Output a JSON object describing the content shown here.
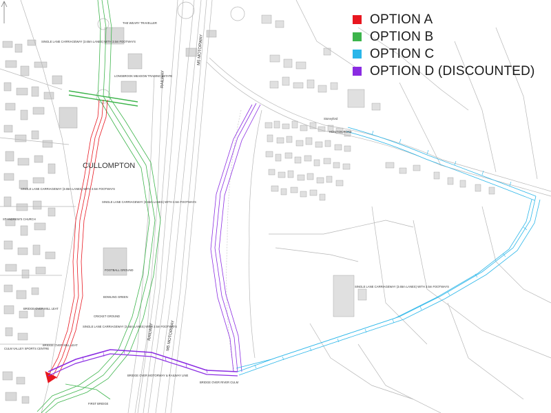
{
  "legend": {
    "items": [
      {
        "label": "OPTION A",
        "color": "#e8161f"
      },
      {
        "label": "OPTION B",
        "color": "#3cb44b"
      },
      {
        "label": "OPTION C",
        "color": "#2ab6e9"
      },
      {
        "label": "OPTION D (DISCOUNTED)",
        "color": "#8a2be2"
      }
    ]
  },
  "colors": {
    "option_a": "#e8161f",
    "option_b": "#3cb44b",
    "option_c": "#2ab6e9",
    "option_d": "#8a2be2",
    "base_lines": "#b8b8b8",
    "buildings": "#d8d8d8"
  },
  "map": {
    "town_label": "CULLOMPTON",
    "labels": {
      "motorway_north": "M5 MOTORWAY",
      "motorway_south": "M5 MOTORWAY",
      "railway_north": "RAILWAY",
      "railway_south": "RAILWAY",
      "carriageway_b1": "SINGLE LANE CARRIAGEWAY (3.65m LANES) WITH 3.5m FOOTWAYS",
      "carriageway_b2": "SINGLE LANE CARRIAGEWAY (3.65m LANES) WITH 3.5m FOOTWAYS",
      "carriageway_a": "SINGLE LANE CARRIAGEWAY (3.65m LANES) WITH 3.5m FOOTWAYS",
      "carriageway_c": "SINGLE LANE CARRIAGEWAY (3.65m LANES) WITH 3.5m FOOTWAYS",
      "carriageway_south": "SINGLE LANE CARRIAGEWAY (3.65m LANES) WITH 3.5m FOOTWAYS",
      "football": "FOOTBALL GROUND",
      "bowling": "BOWLING GREEN",
      "cricket": "CRICKET GROUND",
      "church": "ST ANDREW'S CHURCH",
      "sports": "CULM VALLEY SPORTS CENTRE",
      "millleat": "BRIDGE OVER MILL LEAT",
      "millleat2": "BRIDGE OVER MILL LEAT",
      "culm": "BRIDGE OVER RIVER CULM",
      "m5bridge": "BRIDGE OVER MOTORWAY & RAILWAY LINE",
      "firstbridge": "FIRST BRIDGE",
      "weary": "THE WEARY TRAVELLER",
      "trading": "LONGBROOK MEADOW TRADING ESTATE",
      "honiton": "HONITON ROAD",
      "stonyford": "Stoneyford"
    }
  }
}
